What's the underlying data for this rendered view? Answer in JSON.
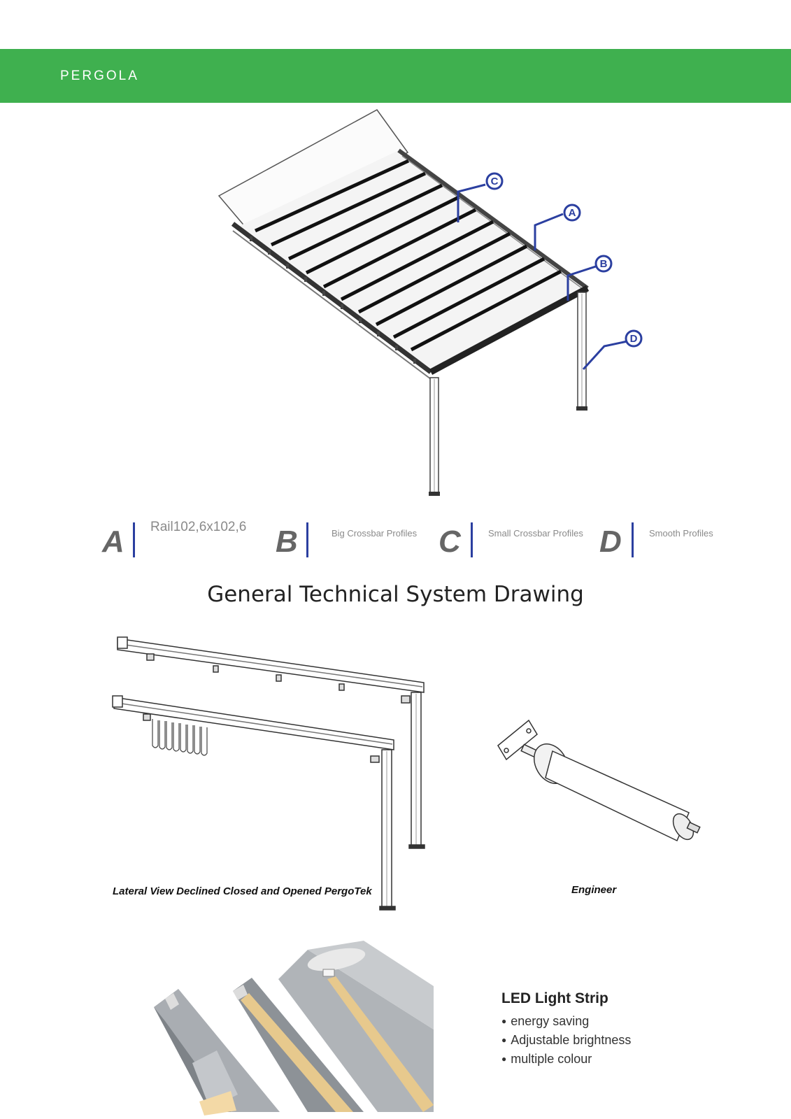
{
  "header": {
    "title": "PERGOLA",
    "color": "#3fb04f"
  },
  "callout_labels": [
    "C",
    "A",
    "B",
    "D"
  ],
  "legend": [
    {
      "letter": "A",
      "text": "Rail102,6x102,6"
    },
    {
      "letter": "B",
      "text": "Big Crossbar Profiles"
    },
    {
      "letter": "C",
      "text": "Small Crossbar Profiles"
    },
    {
      "letter": "D",
      "text": "Smooth Profiles"
    }
  ],
  "main_title": "General Technical System Drawing",
  "captions": {
    "lateral_view": "Lateral View Declined Closed and Opened PergoTek",
    "engineer": "Engineer"
  },
  "led": {
    "title": "LED Light Strip",
    "items": [
      "energy saving",
      "Adjustable brightness",
      "multiple colour"
    ]
  },
  "accent_color": "#2b3fa0"
}
